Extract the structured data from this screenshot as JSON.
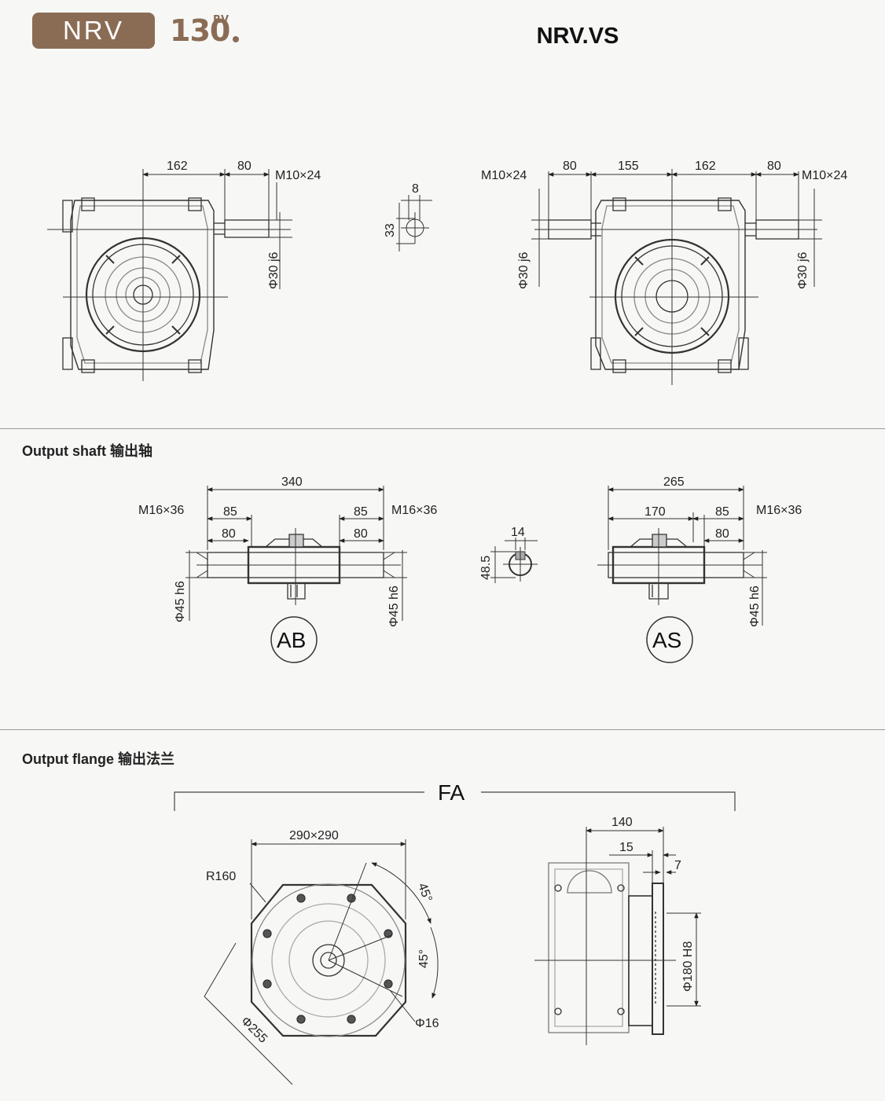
{
  "header": {
    "brand_badge": "NRV",
    "model_number": "130",
    "model_suffix": "RV",
    "title": "NRV.VS"
  },
  "sections": {
    "output_shaft": "Output shaft 输出轴",
    "output_flange": "Output flange 输出法兰"
  },
  "top_views": {
    "left": {
      "dim_162": "162",
      "dim_80": "80",
      "thread": "M10×24",
      "shaft_dia": "Φ30 j6"
    },
    "key": {
      "width": "8",
      "height": "33"
    },
    "right": {
      "thread_left": "M10×24",
      "dim_80_left": "80",
      "dim_155": "155",
      "dim_162": "162",
      "dim_80_right": "80",
      "thread_right": "M10×24",
      "shaft_dia_left": "Φ30 j6",
      "shaft_dia_right": "Φ30 j6"
    }
  },
  "shaft_views": {
    "ab": {
      "label": "AB",
      "total": "340",
      "left_85": "85",
      "left_80": "80",
      "right_85": "85",
      "right_80": "80",
      "thread_left": "M16×36",
      "thread_right": "M16×36",
      "dia_left": "Φ45 h6",
      "dia_right": "Φ45 h6"
    },
    "key": {
      "width": "14",
      "height": "48.5"
    },
    "as": {
      "label": "AS",
      "total": "265",
      "dim_170": "170",
      "dim_85": "85",
      "dim_80": "80",
      "thread": "M16×36",
      "dia": "Φ45 h6"
    }
  },
  "flange_views": {
    "label": "FA",
    "front": {
      "square": "290×290",
      "radius": "R160",
      "pcd": "Φ255",
      "hole": "Φ16",
      "angle_1": "45°",
      "angle_2": "45°"
    },
    "side": {
      "dim_140": "140",
      "dim_15": "15",
      "dim_7": "7",
      "spigot": "Φ180 H8"
    }
  }
}
